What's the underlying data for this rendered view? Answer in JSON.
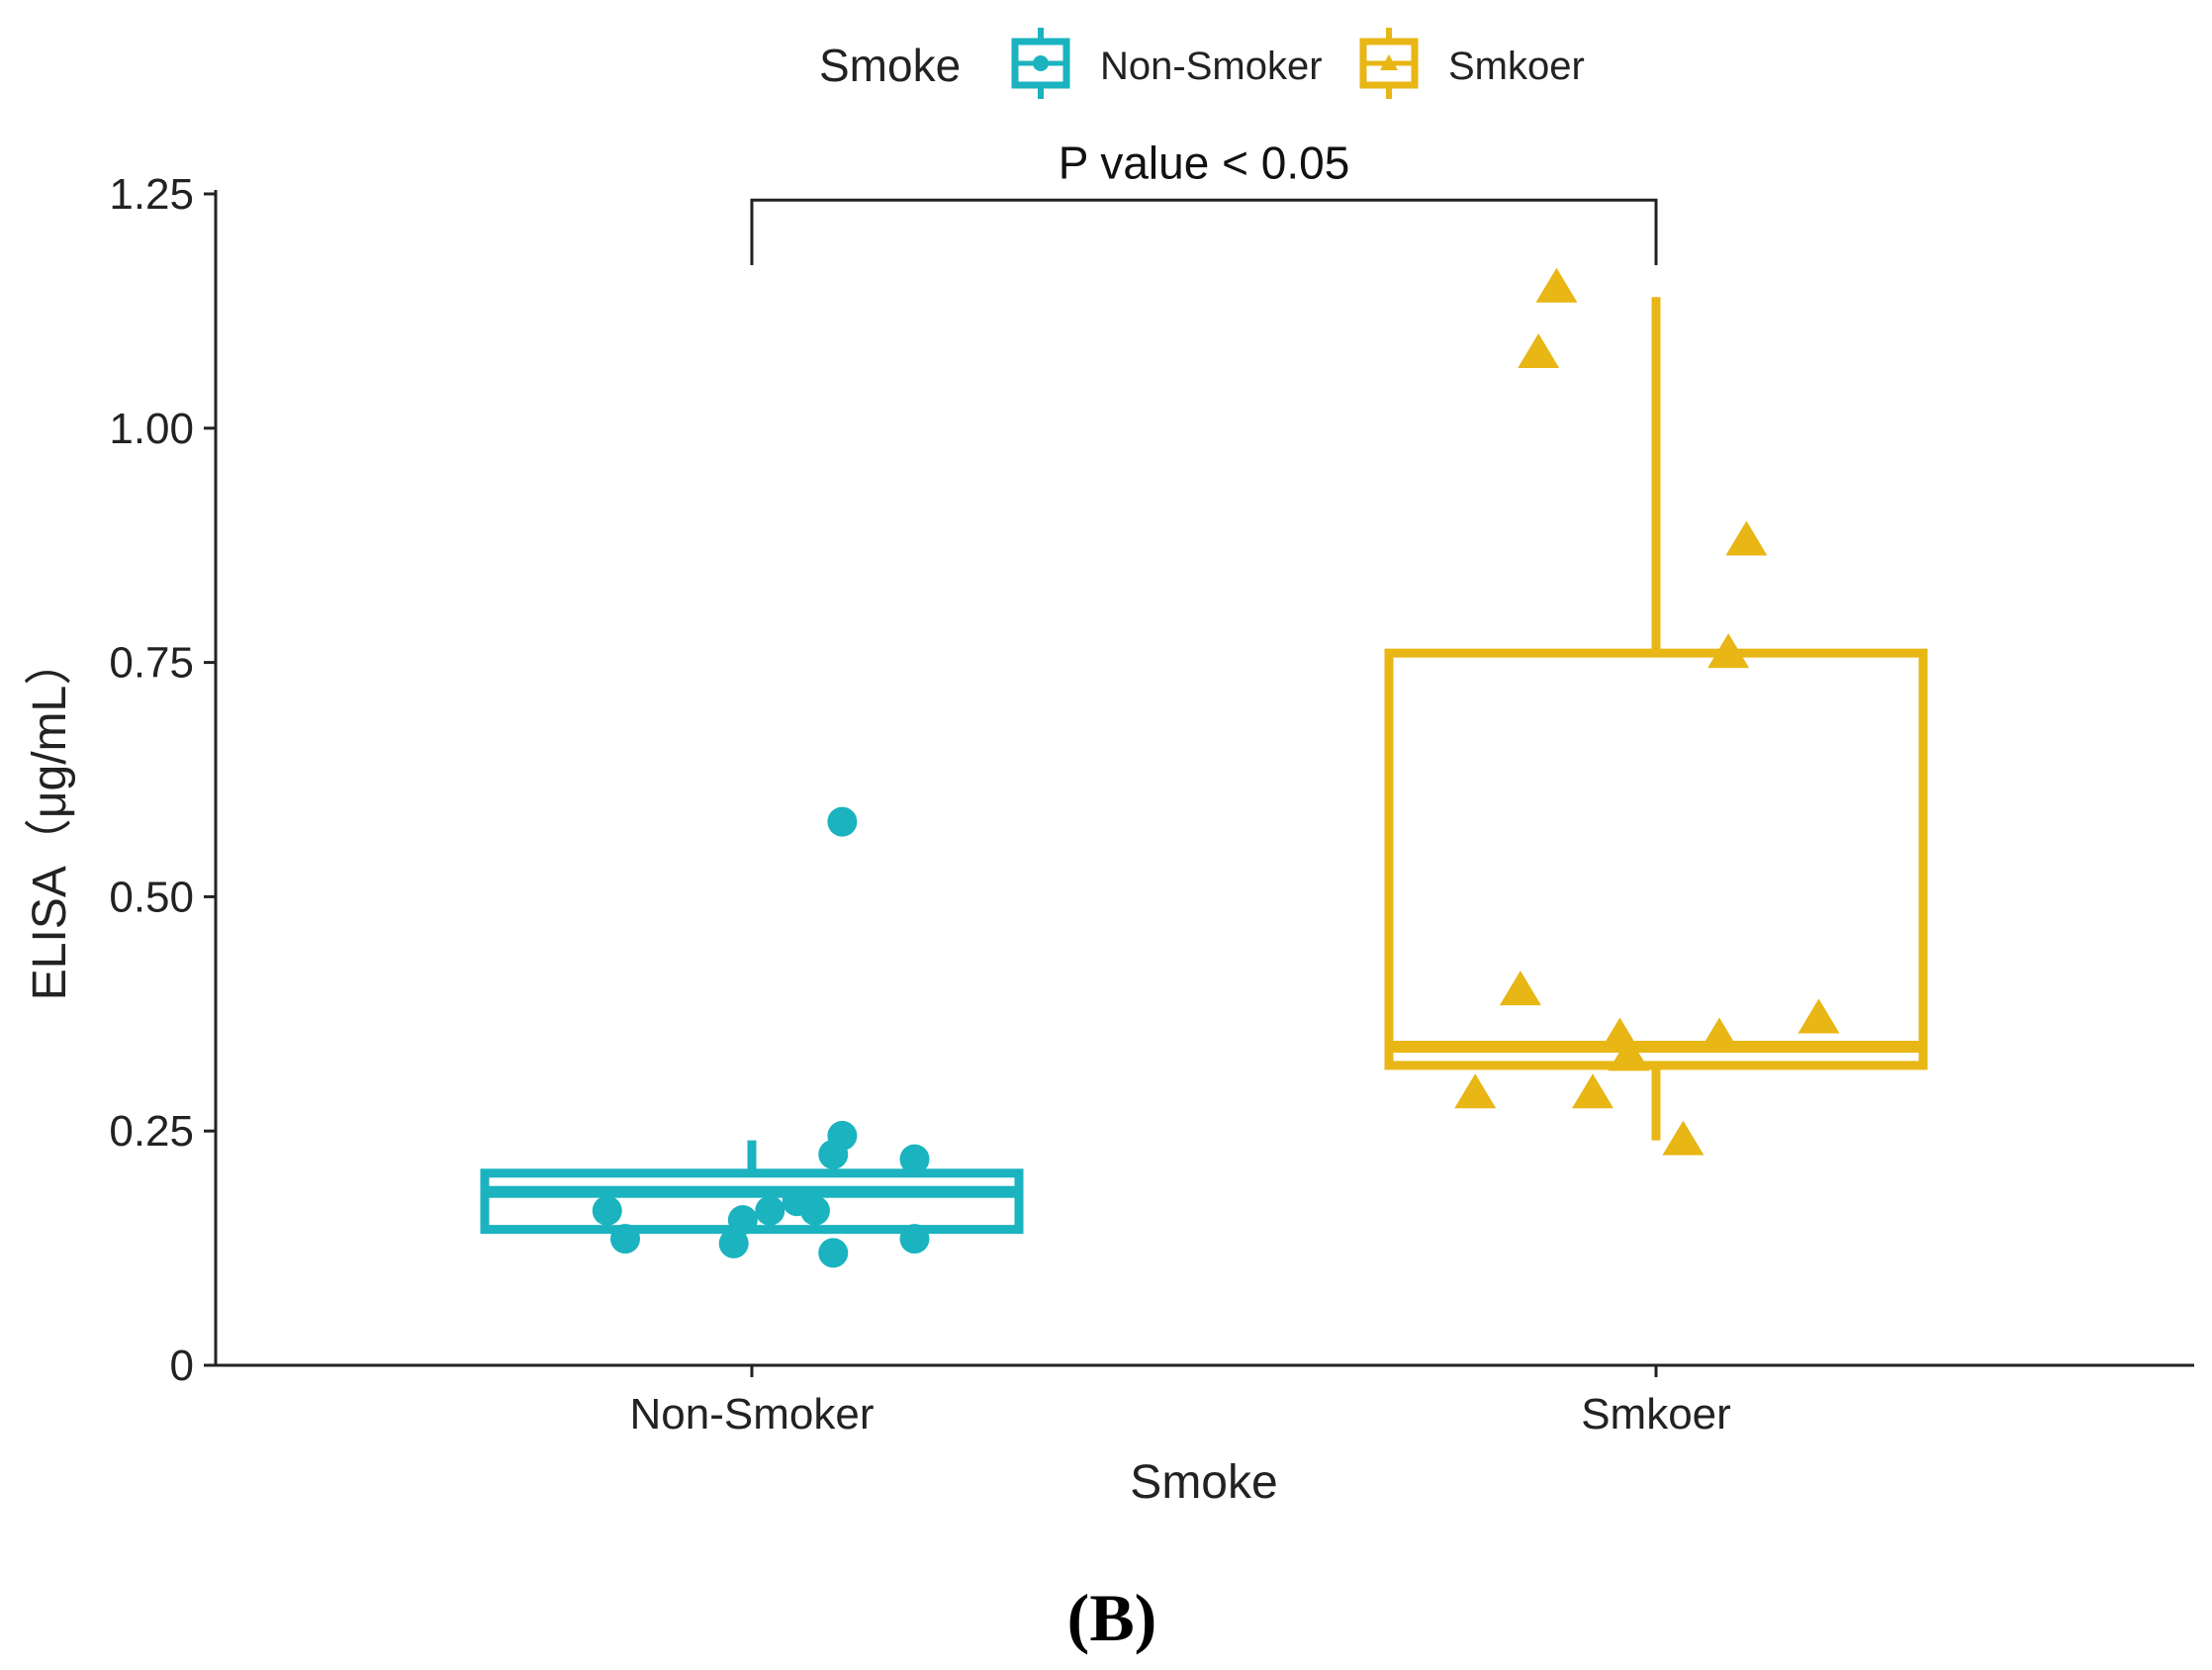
{
  "colors": {
    "non_smoker": "#1ab3bf",
    "smoker": "#e8b615",
    "axis": "#222222",
    "background": "#ffffff"
  },
  "legend": {
    "title": "Smoke",
    "entries": [
      {
        "label": "Non-Smoker",
        "color": "#1ab3bf"
      },
      {
        "label": "Smkoer",
        "color": "#e8b615"
      }
    ]
  },
  "annotation": {
    "text": "P value < 0.05"
  },
  "panel_label": "(B)",
  "chart_data": {
    "type": "boxplot",
    "xlabel": "Smoke",
    "ylabel": "ELISA（μg/mL）",
    "ylim": [
      0,
      1.25
    ],
    "y_ticks": [
      {
        "value": 0,
        "label": "0"
      },
      {
        "value": 0.25,
        "label": "0.25"
      },
      {
        "value": 0.5,
        "label": "0.50"
      },
      {
        "value": 0.75,
        "label": "0.75"
      },
      {
        "value": 1.0,
        "label": "1.00"
      },
      {
        "value": 1.25,
        "label": "1.25"
      }
    ],
    "categories": [
      "Non-Smoker",
      "Smkoer"
    ],
    "grid": false,
    "legend_position": "top",
    "comparison": {
      "from": "Non-Smoker",
      "to": "Smkoer",
      "label": "P value < 0.05",
      "y": 1.18
    },
    "series": [
      {
        "name": "Non-Smoker",
        "color": "#1ab3bf",
        "marker": "circle",
        "box": {
          "q1": 0.145,
          "median": 0.185,
          "q3": 0.205,
          "whisker_low": 0.145,
          "whisker_high": 0.24
        },
        "points": [
          {
            "x": -0.16,
            "y": 0.165
          },
          {
            "x": -0.14,
            "y": 0.135
          },
          {
            "x": -0.02,
            "y": 0.13
          },
          {
            "x": -0.01,
            "y": 0.155
          },
          {
            "x": 0.02,
            "y": 0.165
          },
          {
            "x": 0.05,
            "y": 0.175
          },
          {
            "x": 0.07,
            "y": 0.165
          },
          {
            "x": 0.09,
            "y": 0.12
          },
          {
            "x": 0.09,
            "y": 0.225
          },
          {
            "x": 0.1,
            "y": 0.245
          },
          {
            "x": 0.1,
            "y": 0.58
          },
          {
            "x": 0.18,
            "y": 0.22
          },
          {
            "x": 0.18,
            "y": 0.135
          }
        ]
      },
      {
        "name": "Smkoer",
        "color": "#e8b615",
        "marker": "triangle",
        "box": {
          "q1": 0.32,
          "median": 0.34,
          "q3": 0.76,
          "whisker_low": 0.24,
          "whisker_high": 1.14
        },
        "points": [
          {
            "x": -0.2,
            "y": 0.29
          },
          {
            "x": -0.15,
            "y": 0.4
          },
          {
            "x": -0.13,
            "y": 1.08
          },
          {
            "x": -0.11,
            "y": 1.15
          },
          {
            "x": -0.07,
            "y": 0.29
          },
          {
            "x": -0.04,
            "y": 0.35
          },
          {
            "x": -0.03,
            "y": 0.33
          },
          {
            "x": 0.03,
            "y": 0.24
          },
          {
            "x": 0.07,
            "y": 0.35
          },
          {
            "x": 0.08,
            "y": 0.76
          },
          {
            "x": 0.1,
            "y": 0.88
          },
          {
            "x": 0.18,
            "y": 0.37
          }
        ]
      }
    ]
  }
}
